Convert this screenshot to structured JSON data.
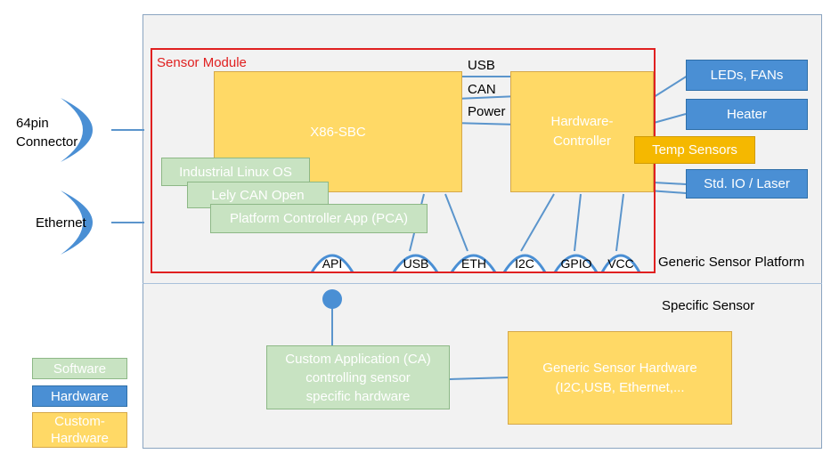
{
  "connectors": {
    "pin64": "64pin\nConnector",
    "ethernet": "Ethernet"
  },
  "platform": {
    "generic_label": "Generic Sensor Platform",
    "specific_label": "Specific Sensor"
  },
  "module": {
    "title": "Sensor Module",
    "sbc": "X86-SBC",
    "controller": "Hardware-\nController",
    "buses": [
      "USB",
      "CAN",
      "Power"
    ],
    "software": [
      "Industrial Linux OS",
      "Lely CAN Open",
      "Platform Controller App (PCA)"
    ],
    "ports": [
      "API",
      "USB",
      "ETH",
      "I2C",
      "GPIO",
      "VCC"
    ]
  },
  "peripherals": {
    "leds": "LEDs, FANs",
    "heater": "Heater",
    "temp": "Temp Sensors",
    "io": "Std. IO / Laser"
  },
  "specific": {
    "custom_app": "Custom Application (CA)\ncontrolling sensor\nspecific hardware",
    "generic_hw": "Generic Sensor Hardware\n(I2C,USB, Ethernet,..."
  },
  "legend": {
    "software": "Software",
    "hardware": "Hardware",
    "custom": "Custom-\nHardware"
  },
  "colors": {
    "software": "#c8e3c2",
    "hardware": "#4a8fd4",
    "custom_hardware": "#ffd966",
    "temp_sensors": "#f5b800",
    "module_border": "#e02020",
    "connector": "#4a8fd4"
  }
}
